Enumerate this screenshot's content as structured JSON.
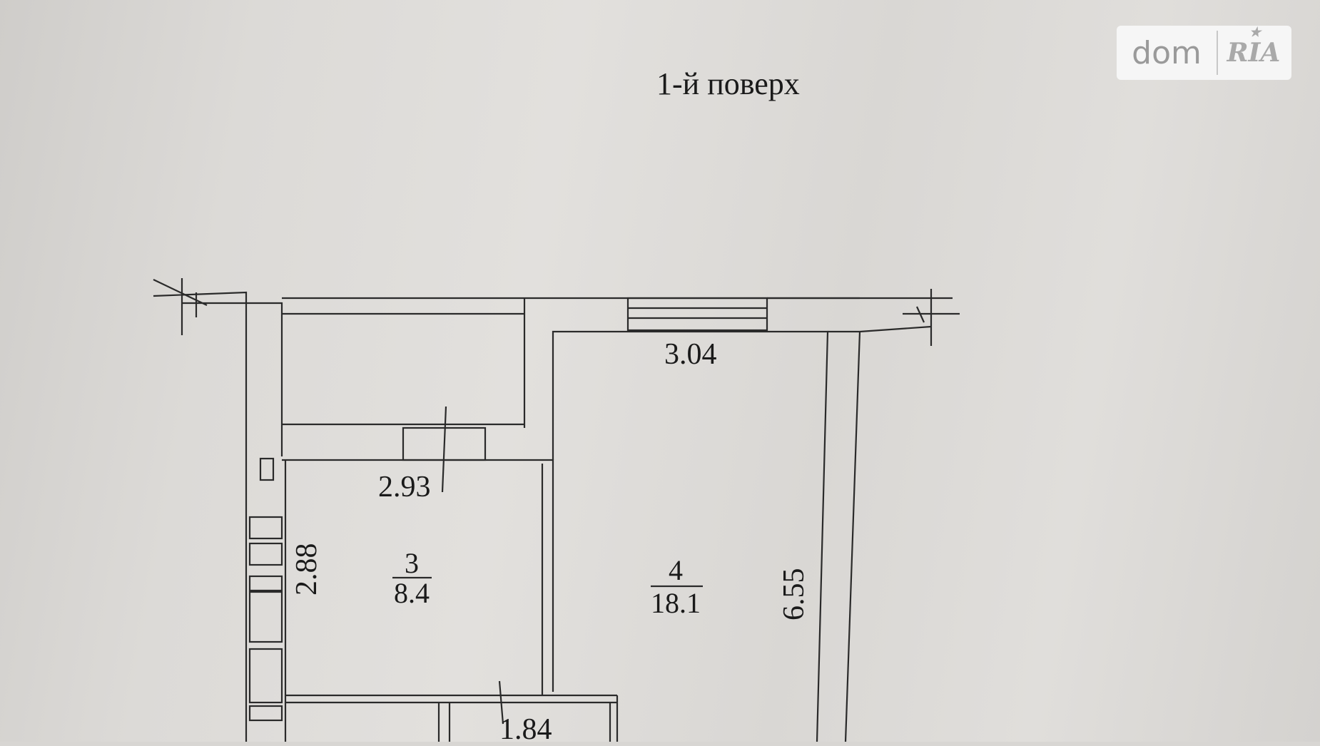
{
  "title": "1-й поверх",
  "dimensions": {
    "top_room_width": "3.04",
    "room3_width": "2.93",
    "room3_height": "2.88",
    "room4_length": "6.55",
    "bottom_width": "1.84"
  },
  "rooms": [
    {
      "number": "3",
      "area": "8.4"
    },
    {
      "number": "4",
      "area": "18.1"
    }
  ],
  "watermark": {
    "left": "dom",
    "right": "RIA"
  }
}
